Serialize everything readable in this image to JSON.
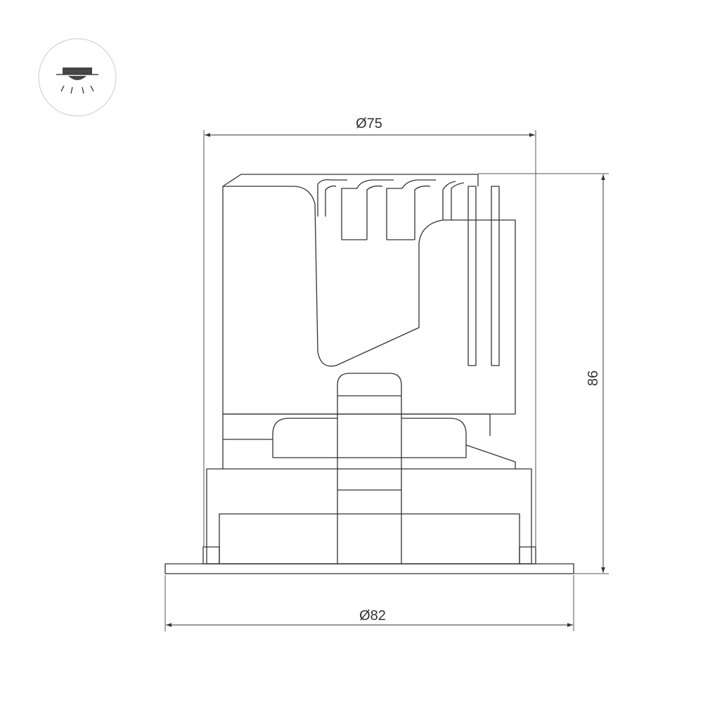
{
  "drawing": {
    "title": "Recessed downlight dimensional drawing",
    "icon": "recessed-ceiling-light-icon",
    "colors": {
      "line": "#333333",
      "dimension_line": "#555555",
      "icon_circle": "#cccccc",
      "background": "#ffffff"
    }
  },
  "dimensions": {
    "top_diameter": {
      "label": "Ø75",
      "value": 75,
      "unit": "mm"
    },
    "bottom_diameter": {
      "label": "Ø82",
      "value": 82,
      "unit": "mm"
    },
    "height": {
      "label": "86",
      "value": 86,
      "unit": "mm"
    }
  }
}
